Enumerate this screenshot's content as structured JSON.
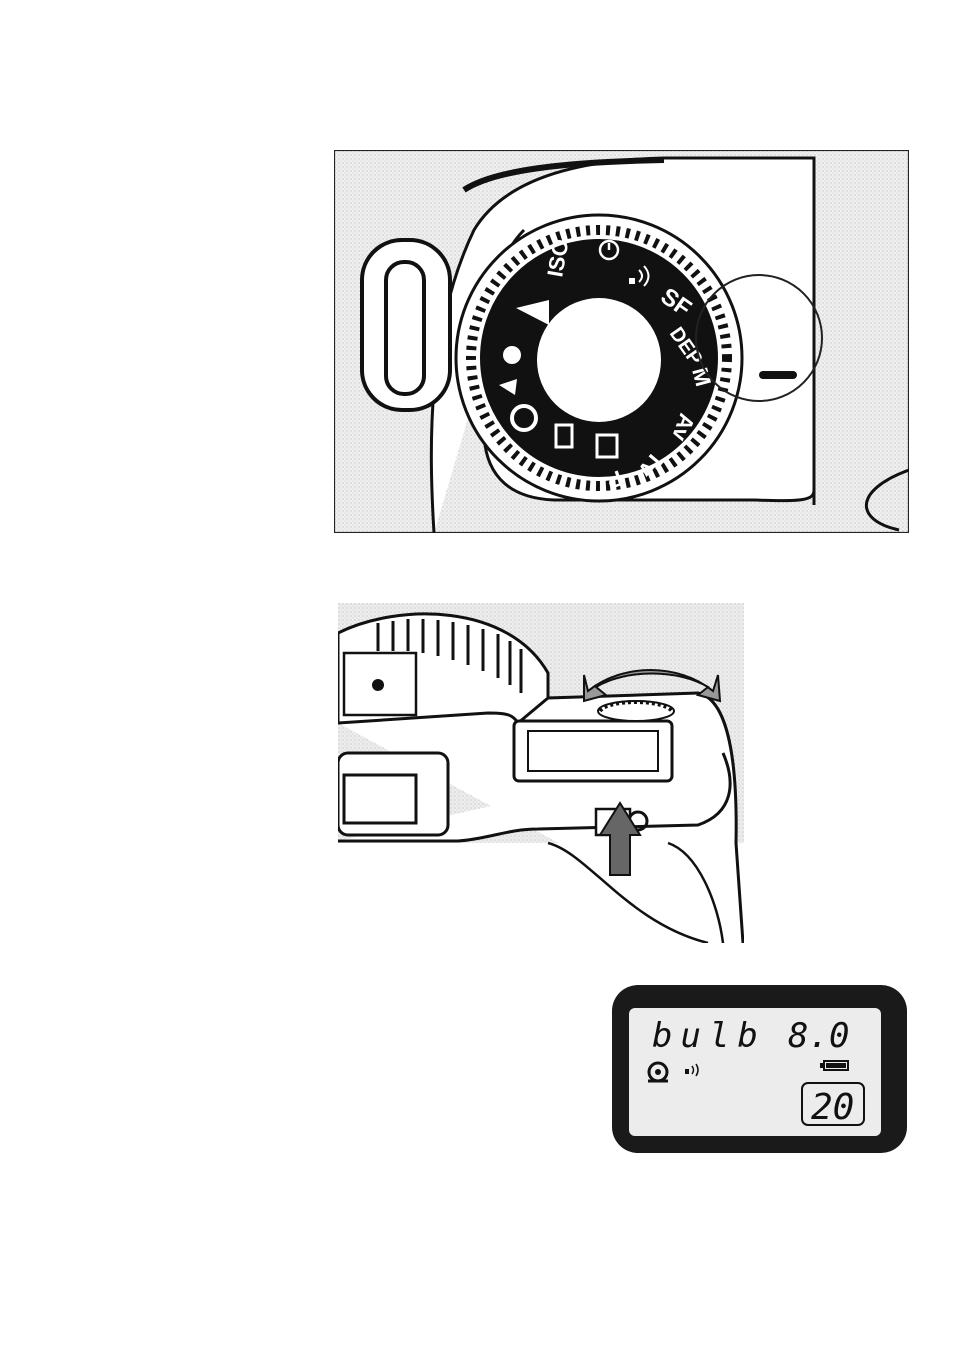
{
  "dial": {
    "labels": {
      "iso": "ISO",
      "sf": "SF",
      "dep": "DEP",
      "m": "M",
      "av": "Av",
      "tv": "Tv",
      "p": "P"
    }
  },
  "lcd": {
    "shutter": "bulb",
    "aperture": "8.0",
    "frames": "20"
  }
}
